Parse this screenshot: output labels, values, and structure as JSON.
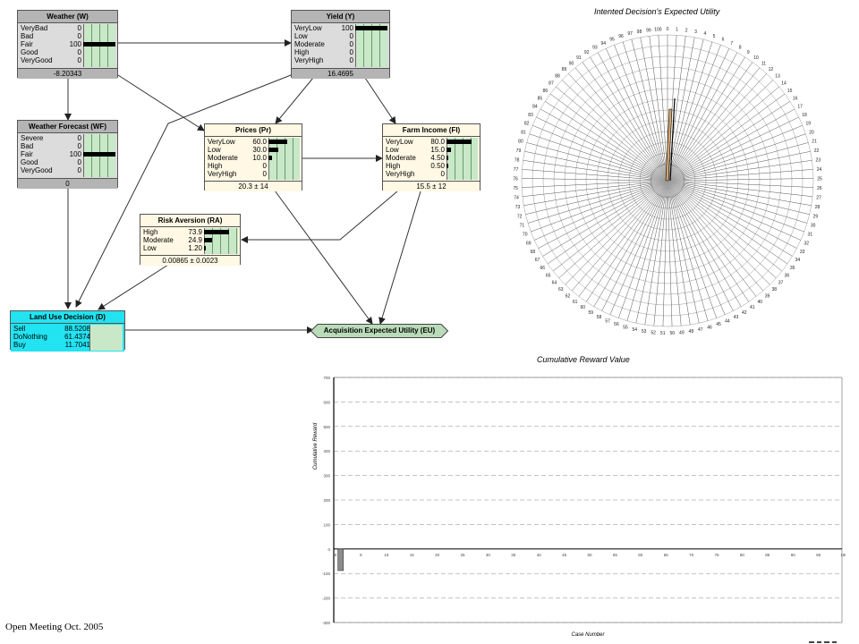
{
  "nodes": {
    "weather": {
      "title": "Weather (W)",
      "states": [
        {
          "label": "VeryBad",
          "value": "0",
          "p": 0
        },
        {
          "label": "Bad",
          "value": "0",
          "p": 0
        },
        {
          "label": "Fair",
          "value": "100",
          "p": 1.0
        },
        {
          "label": "Good",
          "value": "0",
          "p": 0
        },
        {
          "label": "VeryGood",
          "value": "0",
          "p": 0
        }
      ],
      "footer": "-8.20343"
    },
    "yield": {
      "title": "Yield (Y)",
      "states": [
        {
          "label": "VeryLow",
          "value": "100",
          "p": 1.0
        },
        {
          "label": "Low",
          "value": "0",
          "p": 0
        },
        {
          "label": "Moderate",
          "value": "0",
          "p": 0
        },
        {
          "label": "High",
          "value": "0",
          "p": 0
        },
        {
          "label": "VeryHigh",
          "value": "0",
          "p": 0
        }
      ],
      "footer": "16.4695"
    },
    "forecast": {
      "title": "Weather Forecast (WF)",
      "states": [
        {
          "label": "Severe",
          "value": "0",
          "p": 0
        },
        {
          "label": "Bad",
          "value": "0",
          "p": 0
        },
        {
          "label": "Fair",
          "value": "100",
          "p": 1.0
        },
        {
          "label": "Good",
          "value": "0",
          "p": 0
        },
        {
          "label": "VeryGood",
          "value": "0",
          "p": 0
        }
      ],
      "footer": "0"
    },
    "prices": {
      "title": "Prices (Pr)",
      "states": [
        {
          "label": "VeryLow",
          "value": "60.0",
          "p": 0.6
        },
        {
          "label": "Low",
          "value": "30.0",
          "p": 0.3
        },
        {
          "label": "Moderate",
          "value": "10.0",
          "p": 0.1
        },
        {
          "label": "High",
          "value": "0",
          "p": 0
        },
        {
          "label": "VeryHigh",
          "value": "0",
          "p": 0
        }
      ],
      "footer": "20.3 ± 14"
    },
    "income": {
      "title": "Farm Income (FI)",
      "states": [
        {
          "label": "VeryLow",
          "value": "80.0",
          "p": 0.8
        },
        {
          "label": "Low",
          "value": "15.0",
          "p": 0.15
        },
        {
          "label": "Moderate",
          "value": "4.50",
          "p": 0.045
        },
        {
          "label": "High",
          "value": "0.50",
          "p": 0.005
        },
        {
          "label": "VeryHigh",
          "value": "0",
          "p": 0
        }
      ],
      "footer": "15.5 ± 12"
    },
    "risk": {
      "title": "Risk Aversion (RA)",
      "states": [
        {
          "label": "High",
          "value": "73.9",
          "p": 0.739
        },
        {
          "label": "Moderate",
          "value": "24.9",
          "p": 0.249
        },
        {
          "label": "Low",
          "value": "1.20",
          "p": 0.012
        }
      ],
      "footer": "0.00865 ± 0.0023"
    },
    "decision": {
      "title": "Land Use Decision (D)",
      "states": [
        {
          "label": "Sell",
          "value": "88.5208"
        },
        {
          "label": "DoNothing",
          "value": "61.4374"
        },
        {
          "label": "Buy",
          "value": "11.7041"
        }
      ]
    },
    "utility": {
      "title": "Acquisition Expected Utility (EU)"
    }
  },
  "polar": {
    "title": "Intented Decision's Expected Utility",
    "spoke_labels": [
      "0",
      "1",
      "2",
      "3",
      "4",
      "5",
      "6",
      "7",
      "8",
      "9",
      "10",
      "11",
      "12",
      "13",
      "14",
      "15",
      "16",
      "17",
      "18",
      "19",
      "20",
      "21",
      "22",
      "23",
      "24",
      "25",
      "26",
      "27",
      "28",
      "29",
      "30",
      "31",
      "32",
      "33",
      "34",
      "35",
      "36",
      "37",
      "38",
      "39",
      "40",
      "41",
      "42",
      "43",
      "44",
      "45",
      "46",
      "47",
      "48",
      "49",
      "50",
      "51",
      "52",
      "53",
      "54",
      "55",
      "56",
      "57",
      "58",
      "59",
      "60",
      "61",
      "62",
      "63",
      "64",
      "65",
      "66",
      "67",
      "68",
      "69",
      "70",
      "71",
      "72",
      "73",
      "74",
      "75",
      "76",
      "77",
      "78",
      "79",
      "80",
      "81",
      "82",
      "83",
      "84",
      "85",
      "86",
      "87",
      "88",
      "89",
      "90",
      "91",
      "92",
      "93",
      "94",
      "95",
      "96",
      "97",
      "98",
      "99",
      "100"
    ]
  },
  "chart_data": {
    "type": "bar",
    "title": "Cumulative Reward Value",
    "xlabel": "Case Number",
    "ylabel": "Cumulative Reward",
    "x_ticks": [
      "0",
      "5",
      "10",
      "15",
      "20",
      "25",
      "30",
      "35",
      "40",
      "45",
      "50",
      "55",
      "60",
      "65",
      "70",
      "75",
      "80",
      "85",
      "90",
      "95",
      "100"
    ],
    "y_ticks": [
      700,
      600,
      500,
      400,
      300,
      200,
      100,
      0,
      -100,
      -200,
      -300
    ],
    "ylim": [
      -300,
      700
    ],
    "xlim": [
      0,
      100
    ],
    "grid": true,
    "values": [
      {
        "x": 1,
        "y": -88
      }
    ],
    "bar_color": "#8c8c8c"
  },
  "footer_text": "Open Meeting Oct. 2005"
}
